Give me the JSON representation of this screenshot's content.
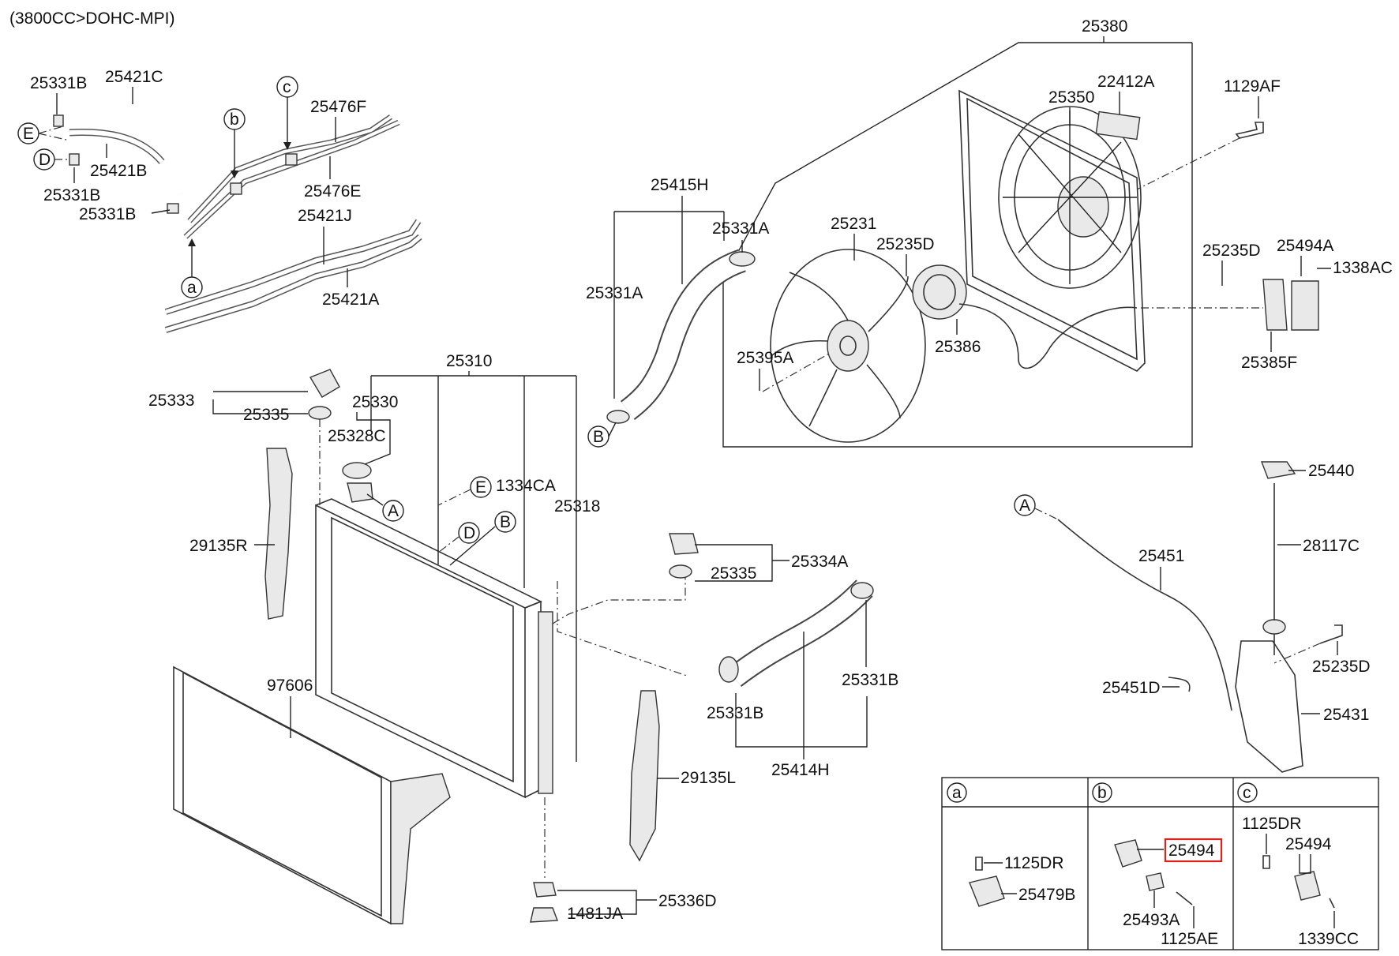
{
  "header": {
    "engine_label": "(3800CC>DOHC-MPI)"
  },
  "highlight_color": "#e0201a",
  "callouts": {
    "25331B_a": "25331B",
    "25421C": "25421C",
    "E_top": "E",
    "D_top": "D",
    "25421B": "25421B",
    "25331B_b": "25331B",
    "25331B_c": "25331B",
    "c_top": "c",
    "b_top": "b",
    "a_top": "a",
    "25476F": "25476F",
    "25476E": "25476E",
    "25421J": "25421J",
    "25421A": "25421A",
    "25380": "25380",
    "22412A": "22412A",
    "25350": "25350",
    "1129AF": "1129AF",
    "25415H": "25415H",
    "25331A_top": "25331A",
    "25331A_left": "25331A",
    "25231": "25231",
    "25235D_fan": "25235D",
    "25395A": "25395A",
    "25386": "25386",
    "B_left": "B",
    "25235D_right": "25235D",
    "25494A": "25494A",
    "1338AC": "1338AC",
    "25385F": "25385F",
    "25310": "25310",
    "25333": "25333",
    "25335_left": "25335",
    "25330": "25330",
    "25328C": "25328C",
    "A_neck": "A",
    "E_mid": "E",
    "1334CA": "1334CA",
    "D_mid": "D",
    "B_mid": "B",
    "25318": "25318",
    "29135R": "29135R",
    "25334A": "25334A",
    "25335_right": "25335",
    "25331B_right": "25331B",
    "25331B_low": "25331B",
    "25414H": "25414H",
    "97606": "97606",
    "29135L": "29135L",
    "25336D": "25336D",
    "1481JA": "1481JA",
    "25440": "25440",
    "A_right": "A",
    "25451": "25451",
    "28117C": "28117C",
    "25451D": "25451D",
    "25235D_tank": "25235D",
    "25431": "25431"
  },
  "detail_table": {
    "headers": [
      "a",
      "b",
      "c"
    ],
    "cells": {
      "a": [
        "1125DR",
        "25479B"
      ],
      "b": [
        "25494",
        "25493A",
        "1125AE"
      ],
      "c": [
        "1125DR",
        "25494",
        "1339CC"
      ]
    },
    "highlighted_part": "25494"
  }
}
